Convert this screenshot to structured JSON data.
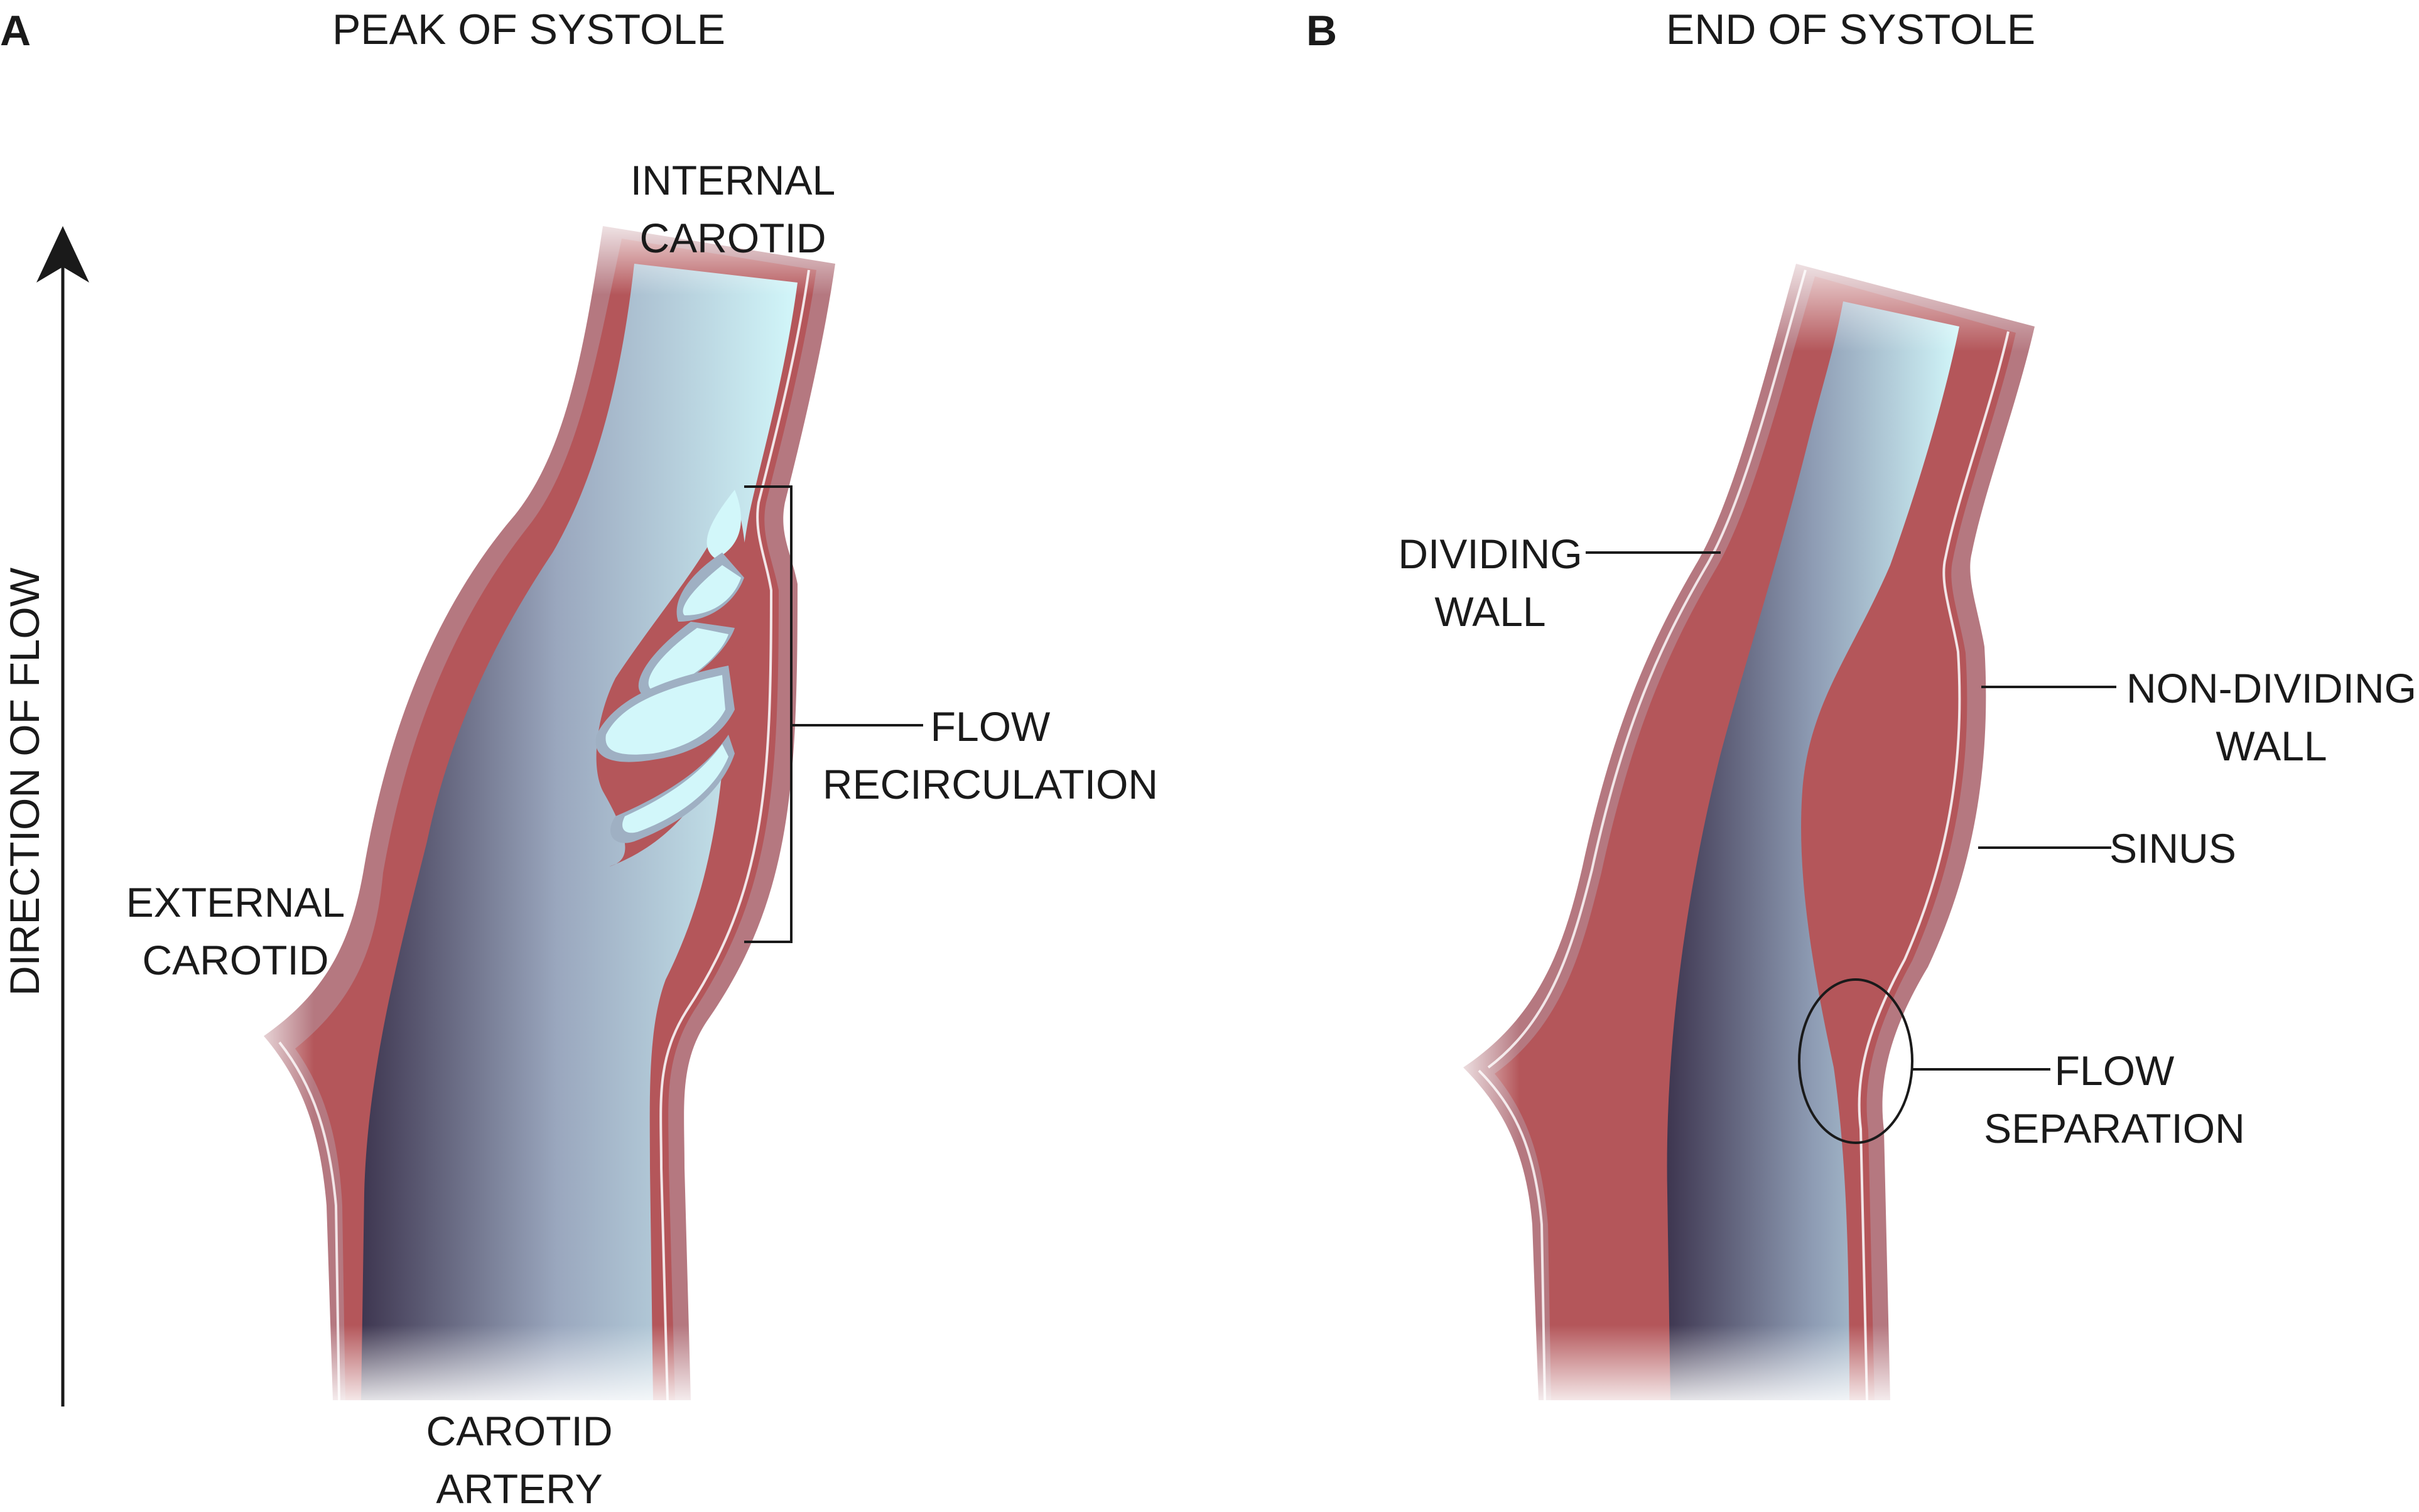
{
  "panel_a": {
    "letter": "A",
    "title": "PEAK OF SYSTOLE",
    "axis_label": "DIRECTION OF FLOW",
    "labels": {
      "internal_1": "INTERNAL",
      "internal_2": "CAROTID",
      "external_1": "EXTERNAL",
      "external_2": "CAROTID",
      "artery_1": "CAROTID",
      "artery_2": "ARTERY",
      "recirc_1": "FLOW",
      "recirc_2": "RECIRCULATION"
    }
  },
  "panel_b": {
    "letter": "B",
    "title": "END OF SYSTOLE",
    "labels": {
      "dividing_1": "DIVIDING",
      "dividing_2": "WALL",
      "nondividing_1": "NON-DIVIDING",
      "nondividing_2": "WALL",
      "sinus": "SINUS",
      "separation_1": "FLOW",
      "separation_2": "SEPARATION"
    }
  },
  "colors": {
    "vessel_wall_outer": "#b57880",
    "vessel_wall_inner": "#b4565a",
    "lumen_dark": "#3e3650",
    "lumen_light": "#d2f7fa"
  }
}
